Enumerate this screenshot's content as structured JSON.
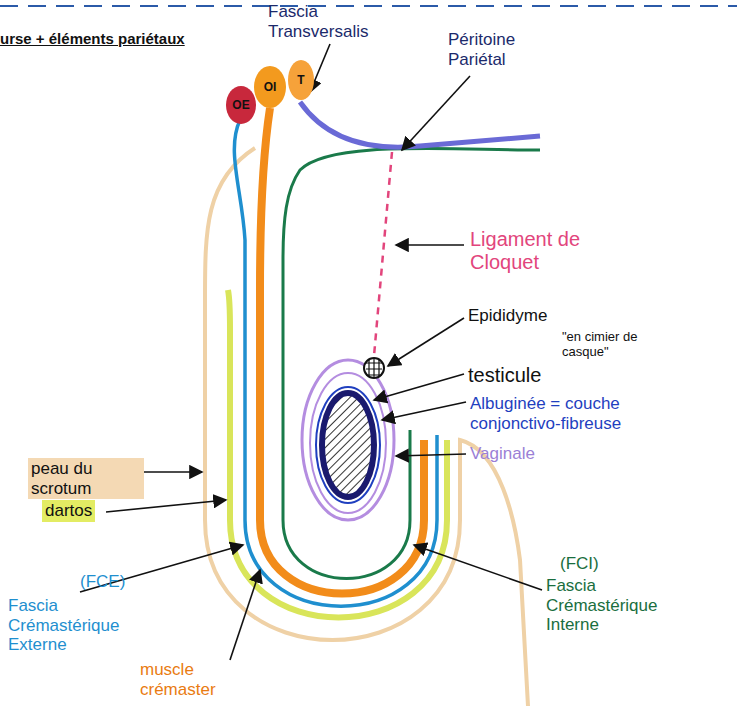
{
  "diagram": {
    "title": "urse + éléments pariétaux",
    "nodes": [
      {
        "text": [
          "OE"
        ]
      },
      {
        "text": [
          "OI"
        ]
      },
      {
        "text": [
          "T"
        ]
      }
    ],
    "labels": [
      "Fascia Transversalis",
      "Péritoine Pariétal",
      "Ligament de Cloquet",
      "Epididyme",
      "\"en cimier de casque\"",
      "testicule",
      "Albuginée = couche conjonctivo-fibreuse",
      "Vaginale",
      "peau du scrotum",
      "dartos",
      "Fascia Crémastérique Externe",
      "(FCE)",
      "muscle crémaster",
      "(FCI)",
      "Fascia Crémastérique Interne"
    ]
  }
}
